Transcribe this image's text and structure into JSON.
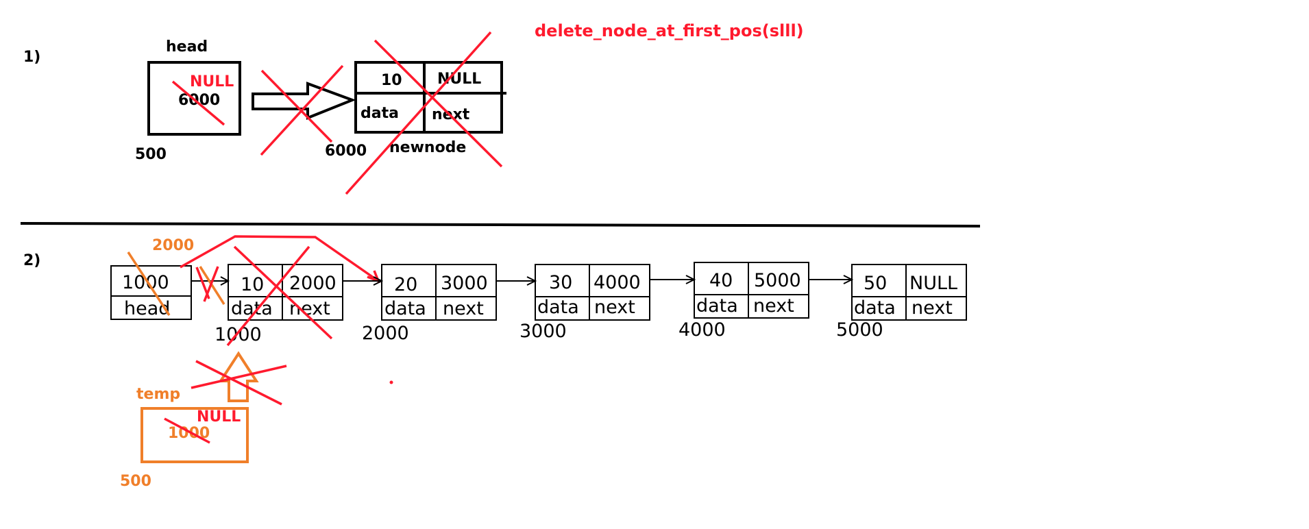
{
  "title": "delete_node_at_first_pos(slll)",
  "colors": {
    "red": "#ff1a2e",
    "orange": "#f07f2a",
    "black": "#000000"
  },
  "step1": {
    "label": "1)",
    "head": {
      "caption": "head",
      "old_value": "6000",
      "new_value": "NULL",
      "address": "500"
    },
    "newnode": {
      "data": "10",
      "next": "NULL",
      "data_label": "data",
      "next_label": "next",
      "caption": "newnode",
      "address": "6000"
    }
  },
  "step2": {
    "label": "2)",
    "head": {
      "old_value": "1000",
      "new_value": "2000",
      "caption": "head"
    },
    "nodes": [
      {
        "data": "10",
        "next": "2000",
        "data_label": "data",
        "next_label": "next",
        "address": "1000"
      },
      {
        "data": "20",
        "next": "3000",
        "data_label": "data",
        "next_label": "next",
        "address": "2000"
      },
      {
        "data": "30",
        "next": "4000",
        "data_label": "data",
        "next_label": "next",
        "address": "3000"
      },
      {
        "data": "40",
        "next": "5000",
        "data_label": "data",
        "next_label": "next",
        "address": "4000"
      },
      {
        "data": "50",
        "next": "NULL",
        "data_label": "data",
        "next_label": "next",
        "address": "5000"
      }
    ],
    "temp": {
      "caption": "temp",
      "old_value": "1000",
      "new_value": "NULL",
      "address": "500"
    }
  }
}
